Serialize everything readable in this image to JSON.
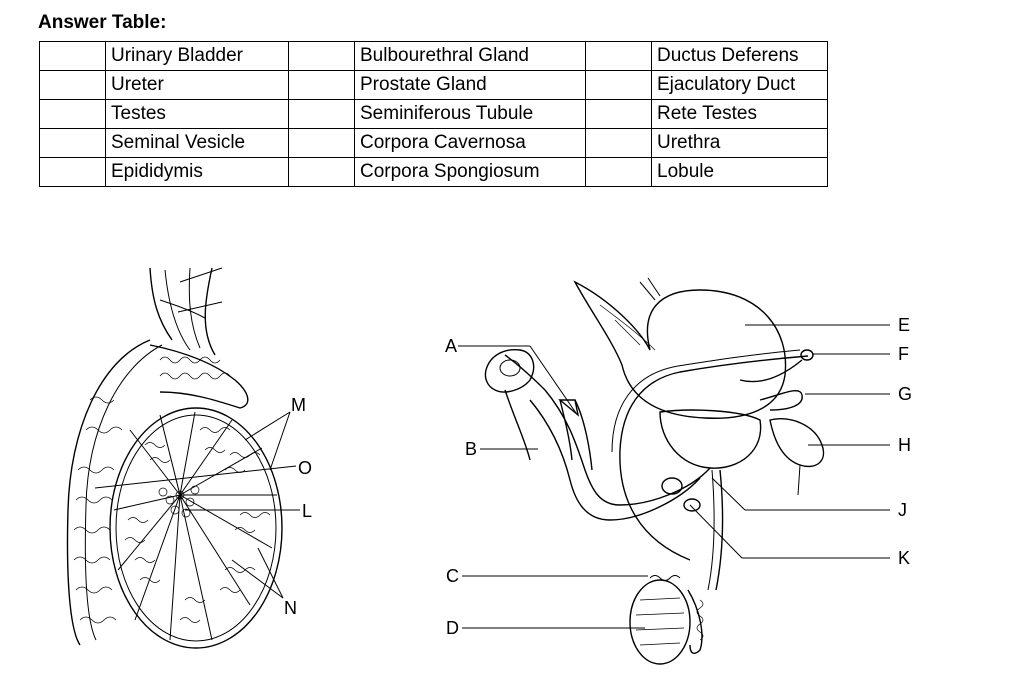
{
  "title": "Answer Table:",
  "table": {
    "rows": [
      [
        "Urinary Bladder",
        "Bulbourethral Gland",
        "Ductus Deferens"
      ],
      [
        "Ureter",
        "Prostate Gland",
        "Ejaculatory Duct"
      ],
      [
        "Testes",
        "Seminiferous Tubule",
        "Rete Testes"
      ],
      [
        "Seminal Vesicle",
        "Corpora Cavernosa",
        "Urethra"
      ],
      [
        "Epididymis",
        "Corpora Spongiosum",
        "Lobule"
      ]
    ]
  },
  "labels": {
    "A": "A",
    "B": "B",
    "C": "C",
    "D": "D",
    "E": "E",
    "F": "F",
    "G": "G",
    "H": "H",
    "J": "J",
    "K": "K",
    "L": "L",
    "M": "M",
    "N": "N",
    "O": "O"
  }
}
